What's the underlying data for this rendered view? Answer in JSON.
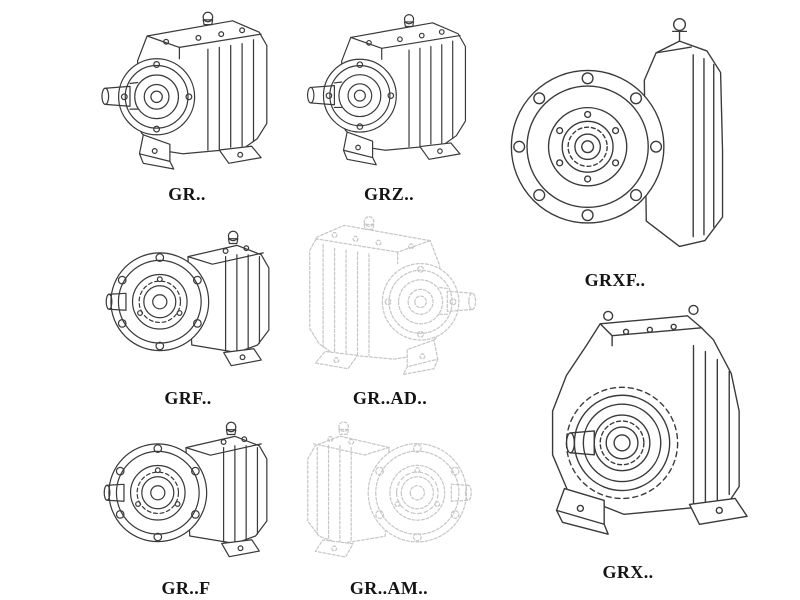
{
  "page": {
    "background": "#ffffff",
    "line_color": "#3a3a3a",
    "ghost_line_color": "#c7c7c7"
  },
  "figures": [
    {
      "label": "GR..",
      "drawing": "helical-gearbox-foot-mounted",
      "render": "solid"
    },
    {
      "label": "GRZ..",
      "drawing": "helical-gearbox-foot-mounted",
      "render": "solid"
    },
    {
      "label": "GRXF..",
      "drawing": "helical-gearbox-flange-front-view",
      "render": "solid"
    },
    {
      "label": "GRF..",
      "drawing": "helical-gearbox-flange-mounted",
      "render": "solid"
    },
    {
      "label": "GR..AD..",
      "drawing": "helical-gearbox-input-adapter",
      "render": "ghost"
    },
    {
      "label": "GR..F",
      "drawing": "helical-gearbox-foot-flange",
      "render": "solid"
    },
    {
      "label": "GR..AM..",
      "drawing": "helical-gearbox-motor-adapter",
      "render": "ghost"
    },
    {
      "label": "GRX..",
      "drawing": "helical-gearbox-foot-mounted-large",
      "render": "solid"
    }
  ]
}
